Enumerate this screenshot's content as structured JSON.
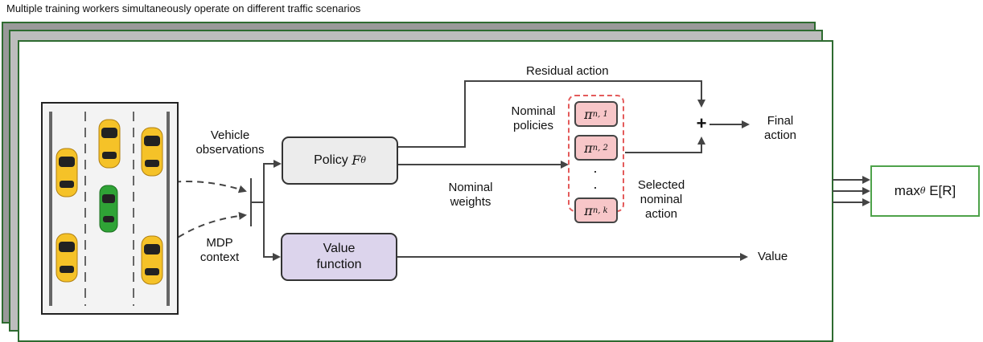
{
  "caption": "Multiple training workers simultaneously operate on different traffic scenarios",
  "inputs": {
    "vehicle_observations": [
      "Vehicle",
      "observations"
    ],
    "mdp_context": [
      "MDP",
      "context"
    ]
  },
  "policy": {
    "label": "Policy",
    "symbol": "F",
    "subscript": "θ"
  },
  "value_function": [
    "Value",
    "function"
  ],
  "residual_action": "Residual action",
  "nominal_policies_label": [
    "Nominal",
    "policies"
  ],
  "nominal_weights": [
    "Nominal",
    "weights"
  ],
  "nominal_policies": [
    {
      "symbol": "π",
      "sub1": "n",
      "sub2": "1"
    },
    {
      "symbol": "π",
      "sub1": "n",
      "sub2": "2"
    },
    {
      "symbol": "π",
      "sub1": "n",
      "sub2": "k"
    }
  ],
  "ellipsis": [
    "·",
    "·"
  ],
  "selected_nominal_action": [
    "Selected",
    "nominal",
    "action"
  ],
  "sum_symbol": "+",
  "final_action": [
    "Final",
    "action"
  ],
  "value_output": "Value",
  "objective": {
    "prefix": "max",
    "subscript": "θ",
    "expr": "E[R]"
  },
  "colors": {
    "frame_border": "#2e6b30",
    "back_sheet_dark": "#999999",
    "back_sheet_light": "#bdbdbd",
    "policy_fill": "#ececec",
    "value_fill": "#dcd4ec",
    "nominal_fill": "#f7c6c8",
    "nominal_group_border": "#e45b5b",
    "objective_border": "#4ea24a",
    "car_yellow": "#f5c228",
    "car_green": "#2fa336"
  }
}
